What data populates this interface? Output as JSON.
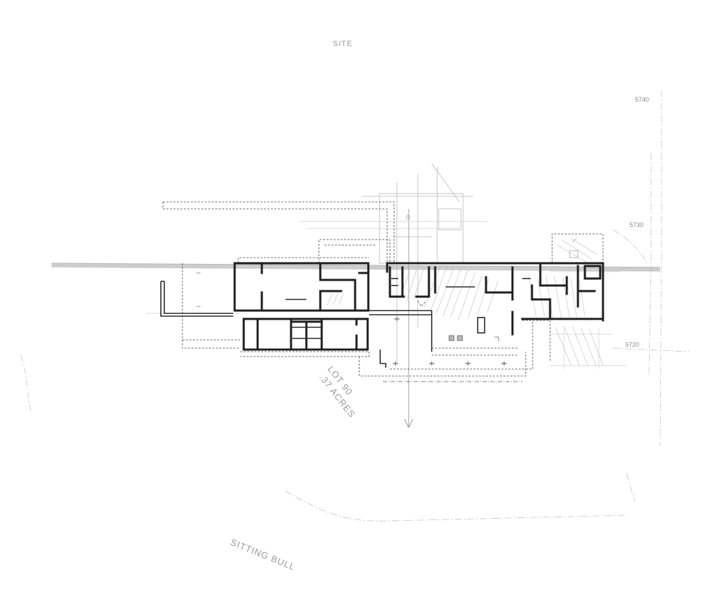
{
  "drawing": {
    "labels": {
      "site_top": "SITE",
      "lot_number": "LOT 90",
      "acreage": ".37 ACRES",
      "sitting_bull": "SITTING BULL"
    },
    "contours": {
      "c5740": "5740",
      "c5730": "5730",
      "c5720": "5720"
    },
    "colors": {
      "wall": "#1e1e1e",
      "sketch": "#b8b8b8",
      "axis": "#a5a5a5",
      "background": "#ffffff"
    }
  }
}
